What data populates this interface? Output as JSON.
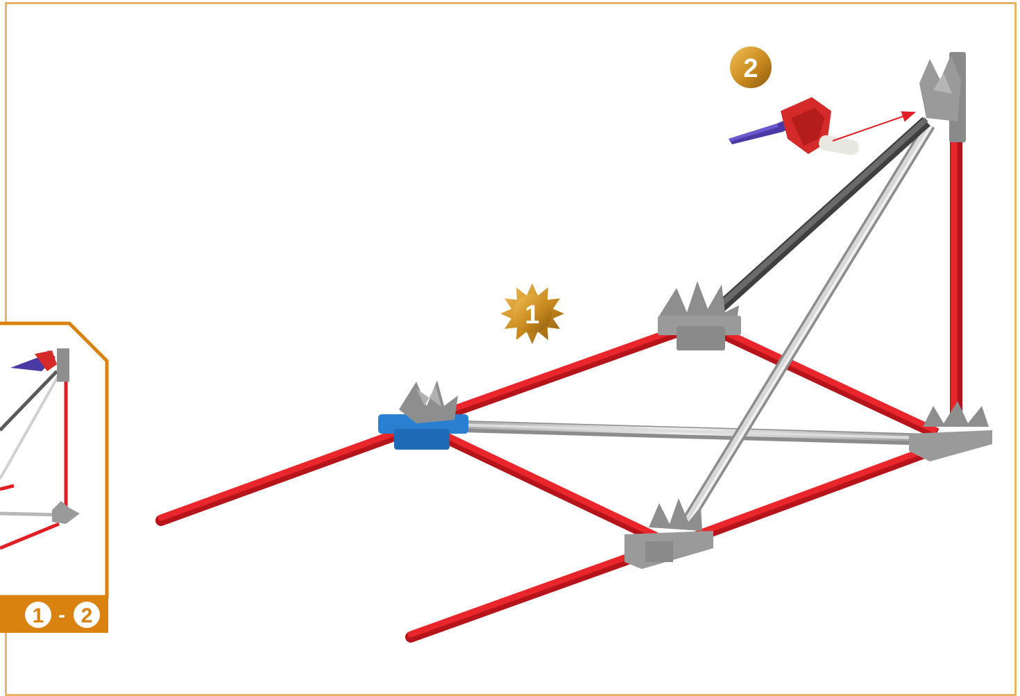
{
  "steps": {
    "step_1": "1",
    "step_2": "2"
  },
  "inset": {
    "range_start": "1",
    "range_sep": "-",
    "range_end": "2"
  },
  "colors": {
    "frame": "#e6b565",
    "inset_border": "#d9820f",
    "rod_red": "#e01e24",
    "rod_gray": "#5a5a5a",
    "rod_silver": "#c8c8c8",
    "connector_gray": "#8e8e8e",
    "connector_blue": "#2a7fd0",
    "connector_red": "#d42a2a",
    "clip_purple": "#4b3aa6",
    "badge_gold": "#c98a1e",
    "arrow": "#e01e24"
  },
  "icons": {
    "step_1_badge": "sunburst-badge-icon",
    "step_2_badge": "circle-badge-icon"
  }
}
